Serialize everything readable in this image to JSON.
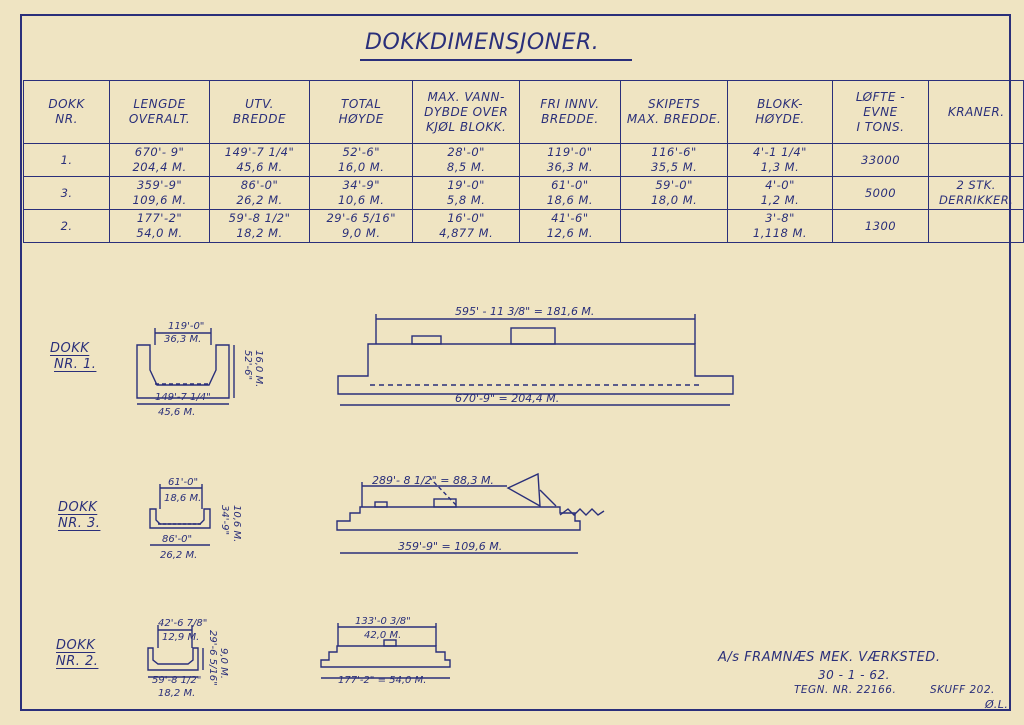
{
  "title": "DOKKDIMENSJONER.",
  "table": {
    "headers": [
      [
        "DOKK",
        "NR."
      ],
      [
        "LENGDE",
        "OVERALT."
      ],
      [
        "UTV.",
        "BREDDE"
      ],
      [
        "TOTAL",
        "HØYDE"
      ],
      [
        "MAX. VANN-",
        "DYBDE OVER",
        "KJØL BLOKK."
      ],
      [
        "FRI INNV.",
        "BREDDE."
      ],
      [
        "SKIPETS",
        "MAX. BREDDE."
      ],
      [
        "BLOKK-",
        "HØYDE."
      ],
      [
        "LØFTE -",
        "EVNE",
        "I TONS."
      ],
      [
        "KRANER."
      ]
    ],
    "rows": [
      [
        [
          "1."
        ],
        [
          "670'- 9\"",
          "204,4 M."
        ],
        [
          "149'-7 1/4\"",
          "45,6 M."
        ],
        [
          "52'-6\"",
          "16,0 M."
        ],
        [
          "28'-0\"",
          "8,5 M."
        ],
        [
          "119'-0\"",
          "36,3 M."
        ],
        [
          "116'-6\"",
          "35,5 M."
        ],
        [
          "4'-1 1/4\"",
          "1,3 M."
        ],
        [
          "33000"
        ],
        []
      ],
      [
        [
          "3."
        ],
        [
          "359'-9\"",
          "109,6 M."
        ],
        [
          "86'-0\"",
          "26,2 M."
        ],
        [
          "34'-9\"",
          "10,6 M."
        ],
        [
          "19'-0\"",
          "5,8 M."
        ],
        [
          "61'-0\"",
          "18,6 M."
        ],
        [
          "59'-0\"",
          "18,0 M."
        ],
        [
          "4'-0\"",
          "1,2 M."
        ],
        [
          "5000"
        ],
        [
          "2 STK.",
          "DERRIKKER."
        ]
      ],
      [
        [
          "2."
        ],
        [
          "177'-2\"",
          "54,0 M."
        ],
        [
          "59'-8 1/2\"",
          "18,2 M."
        ],
        [
          "29'-6 5/16\"",
          "9,0 M."
        ],
        [
          "16'-0\"",
          "4,877 M."
        ],
        [
          "41'-6\"",
          "12,6 M."
        ],
        [],
        [
          "3'-8\"",
          "1,118 M."
        ],
        [
          "1300"
        ],
        []
      ]
    ]
  },
  "docks": {
    "d1": {
      "label": [
        "DOKK",
        "NR. 1."
      ],
      "sec_top": "119'-0\"",
      "sec_top_m": "36,3 M.",
      "sec_h": "52'-6\"",
      "sec_h_m": "16,0 M.",
      "sec_bot": "149'-7 1/4\"",
      "sec_bot_m": "45,6 M.",
      "side_top": "595' - 11 3/8\" = 181,6 M.",
      "side_bot": "670'-9\" = 204,4 M."
    },
    "d3": {
      "label": [
        "DOKK",
        "NR. 3."
      ],
      "sec_top": "61'-0\"",
      "sec_top_m": "18,6 M.",
      "sec_h": "34'-9\"",
      "sec_h_m": "10,6 M.",
      "sec_bot": "86'-0\"",
      "sec_bot_m": "26,2 M.",
      "side_top": "289'- 8 1/2\" = 88,3 M.",
      "side_bot": "359'-9\" = 109,6 M."
    },
    "d2": {
      "label": [
        "DOKK",
        "NR. 2."
      ],
      "sec_top": "42'-6 7/8\"",
      "sec_top_m": "12,9 M.",
      "sec_h": "29'-6 5/16\"",
      "sec_h_m": "9,0 M.",
      "sec_bot": "59'-8 1/2\"",
      "sec_bot_m": "18,2 M.",
      "side_top": "133'-0 3/8\"",
      "side_top_m": "42,0 M.",
      "side_bot": "177'-2\" = 54,0 M."
    }
  },
  "footer": {
    "company": "A/s FRAMNÆS MEK. VÆRKSTED.",
    "date": "30 - 1 - 62.",
    "drawing_no": "TEGN. NR. 22166.",
    "drawer": "SKUFF 202.",
    "initials": "Ø.L."
  },
  "colors": {
    "ink": "#2a2f7a",
    "paper": "#efe4c2"
  }
}
